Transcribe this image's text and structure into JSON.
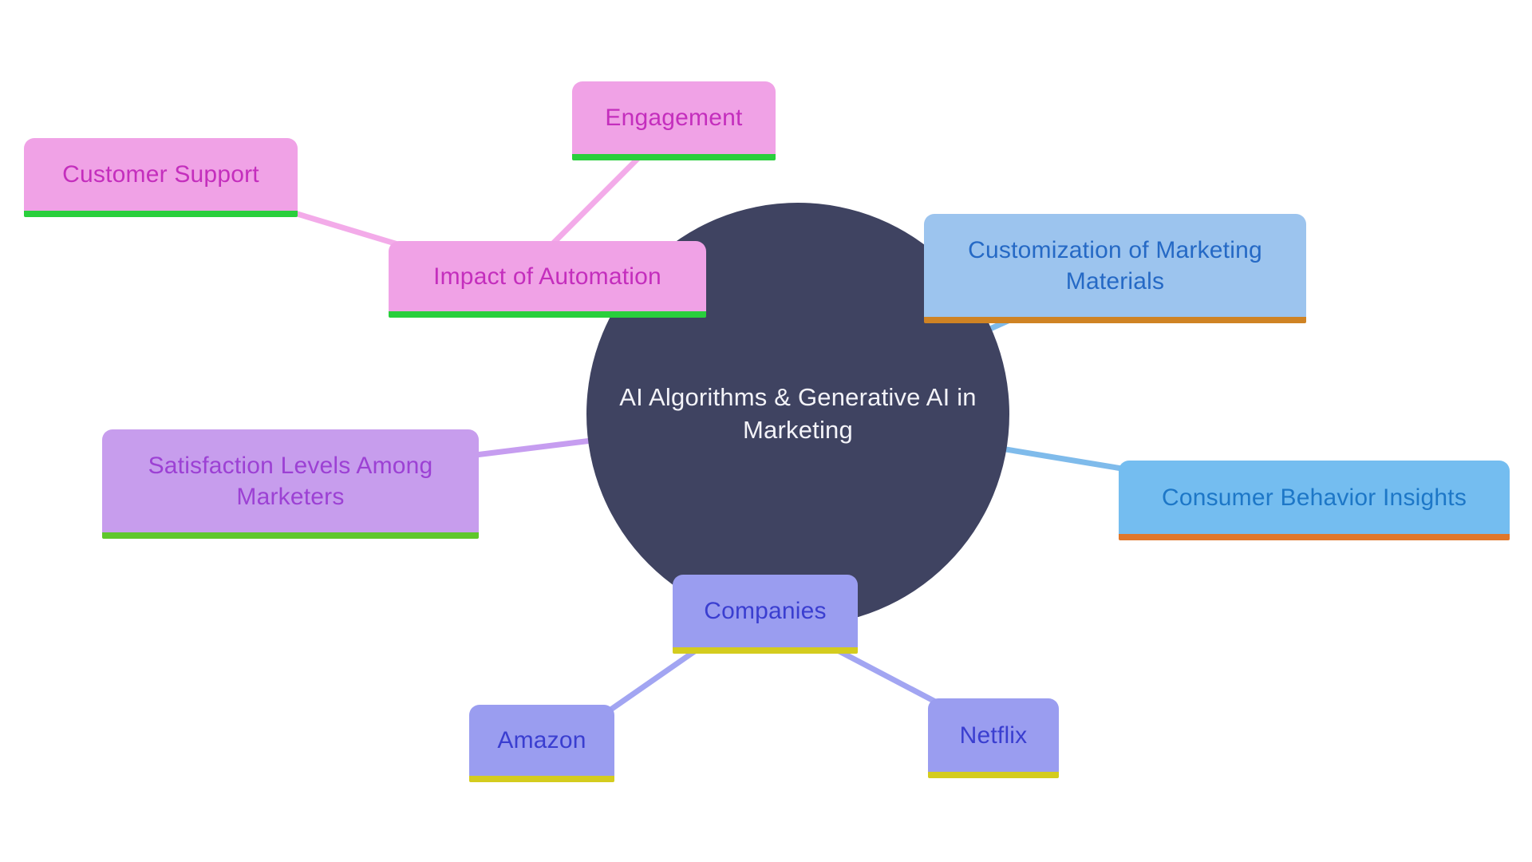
{
  "diagram": {
    "background_color": "#ffffff",
    "center": {
      "label": "AI Algorithms & Generative AI in Marketing",
      "lines": [
        "AI Algorithms & Generative AI in",
        "Marketing"
      ],
      "fill": "#3f4361",
      "text_color": "#f3f3f8"
    },
    "nodes": [
      {
        "id": "customization",
        "label": "Customization of Marketing Materials",
        "fill": "#9cc4ee",
        "text_color": "#2569c5",
        "underline": "#cf8324"
      },
      {
        "id": "consumer",
        "label": "Consumer Behavior Insights",
        "fill": "#74bdf0",
        "text_color": "#1d77c7",
        "underline": "#e0772b"
      },
      {
        "id": "impact",
        "label": "Impact of Automation",
        "fill": "#f0a2e6",
        "text_color": "#c42ebd",
        "underline": "#29cf3c"
      },
      {
        "id": "customer-support",
        "label": "Customer Support",
        "fill": "#f0a2e6",
        "text_color": "#c42ebd",
        "underline": "#29cf3c"
      },
      {
        "id": "engagement",
        "label": "Engagement",
        "fill": "#f0a2e6",
        "text_color": "#c42ebd",
        "underline": "#29cf3c"
      },
      {
        "id": "satisfaction",
        "label": "Satisfaction Levels Among Marketers",
        "fill": "#c79ded",
        "text_color": "#9c41d4",
        "underline": "#5fc72c"
      },
      {
        "id": "companies",
        "label": "Companies",
        "fill": "#9a9df0",
        "text_color": "#3a3ed0",
        "underline": "#d4cc1e"
      },
      {
        "id": "amazon",
        "label": "Amazon",
        "fill": "#9a9df0",
        "text_color": "#3a3ed0",
        "underline": "#d4cc1e"
      },
      {
        "id": "netflix",
        "label": "Netflix",
        "fill": "#9a9df0",
        "text_color": "#3a3ed0",
        "underline": "#d4cc1e"
      }
    ],
    "edges": [
      {
        "from": "center",
        "to": "customization",
        "color": "#7fbbeb"
      },
      {
        "from": "center",
        "to": "consumer",
        "color": "#7fbbeb"
      },
      {
        "from": "center",
        "to": "impact",
        "color": "#f3abe9"
      },
      {
        "from": "impact",
        "to": "customer-support",
        "color": "#f3abe9"
      },
      {
        "from": "impact",
        "to": "engagement",
        "color": "#f3abe9"
      },
      {
        "from": "center",
        "to": "satisfaction",
        "color": "#c69df0"
      },
      {
        "from": "center",
        "to": "companies",
        "color": "#a2a5f2"
      },
      {
        "from": "companies",
        "to": "amazon",
        "color": "#a2a5f2"
      },
      {
        "from": "companies",
        "to": "netflix",
        "color": "#a2a5f2"
      }
    ]
  }
}
